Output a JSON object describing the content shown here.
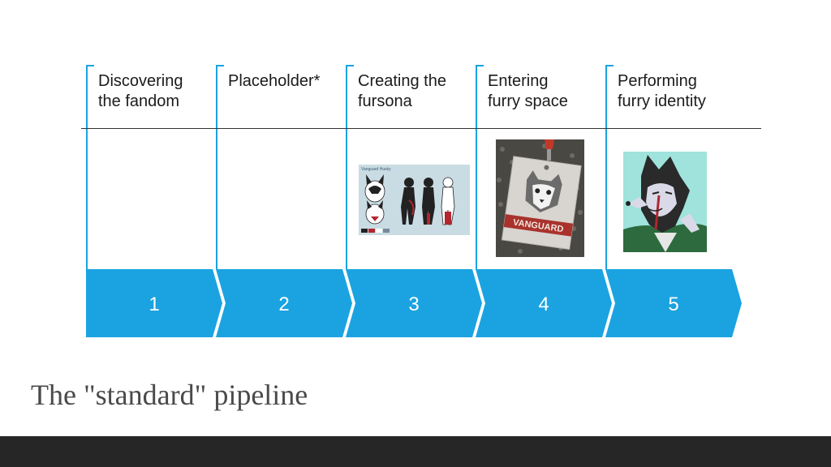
{
  "stages": [
    {
      "label_line1": "Discovering",
      "label_line2": "the fandom",
      "number": "1"
    },
    {
      "label_line1": "Placeholder*",
      "label_line2": "",
      "number": "2"
    },
    {
      "label_line1": "Creating the",
      "label_line2": "fursona",
      "number": "3"
    },
    {
      "label_line1": "Entering",
      "label_line2": "furry space",
      "number": "4"
    },
    {
      "label_line1": "Performing",
      "label_line2": "furry identity",
      "number": "5"
    }
  ],
  "images": {
    "stage3": {
      "header_text": "Vanguard Husky"
    },
    "stage4": {
      "badge_text": "VANGUARD"
    }
  },
  "caption": "The \"standard\" pipeline",
  "colors": {
    "accent": "#1aa3e0",
    "footer": "#262626",
    "caption": "#4a4a4a"
  }
}
